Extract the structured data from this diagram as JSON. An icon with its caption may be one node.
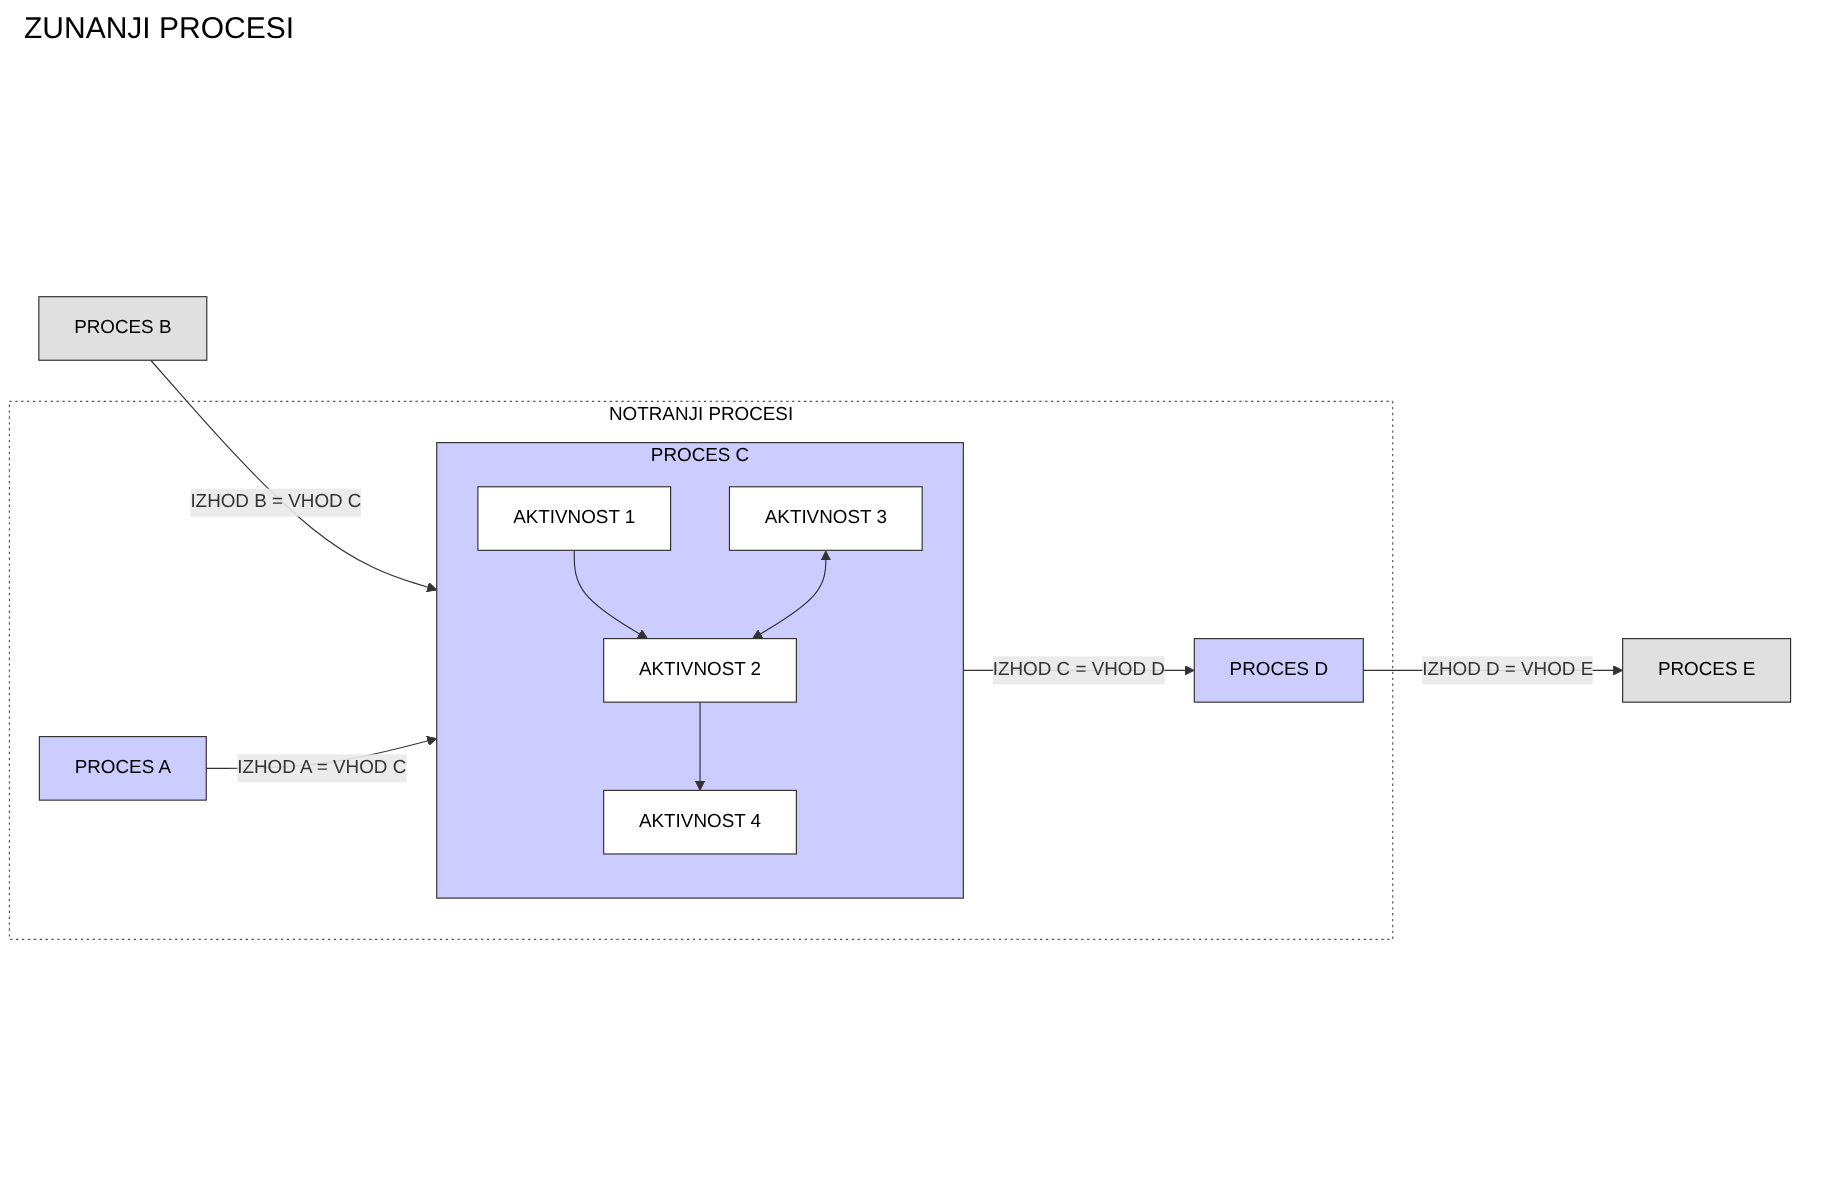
{
  "diagram": {
    "nodes": [
      {
        "text": [
          "PROCES B"
        ]
      },
      {
        "text": [
          "PROCES E"
        ]
      },
      {
        "text": [
          "NOTRANJI PROCESI"
        ]
      },
      {
        "text": [
          "PROCES A"
        ],
        "in": 2
      },
      {
        "text": [
          "PROCES C"
        ],
        "in": 2
      },
      {
        "text": [
          "AKTIVNOST 3"
        ],
        "in": 4
      },
      {
        "text": [
          "AKTIVNOST 1"
        ],
        "in": 4
      },
      {
        "text": [
          "AKTIVNOST 2"
        ],
        "in": 4
      },
      {
        "text": [
          "AKTIVNOST 4"
        ],
        "in": 4
      },
      {
        "text": [
          "PROCES D"
        ],
        "in": 2
      }
    ],
    "edges": [
      {
        "from": 0,
        "to": 4,
        "arrow": "to",
        "label": "IZHOD B = VHOD C"
      },
      {
        "from": 3,
        "to": 4,
        "arrow": "to",
        "label": "IZHOD A = VHOD C"
      },
      {
        "from": 6,
        "to": 7,
        "arrow": "to"
      },
      {
        "from": 7,
        "to": 8,
        "arrow": "to"
      },
      {
        "from": 5,
        "to": 7,
        "arrow": "both"
      },
      {
        "from": 4,
        "to": 9,
        "arrow": "to",
        "label": "IZHOD C = VHOD D"
      },
      {
        "from": 9,
        "to": 1,
        "arrow": "to",
        "label": "IZHOD D = VHOD E"
      }
    ],
    "labels": [
      "ZUNANJI PROCESI"
    ]
  }
}
